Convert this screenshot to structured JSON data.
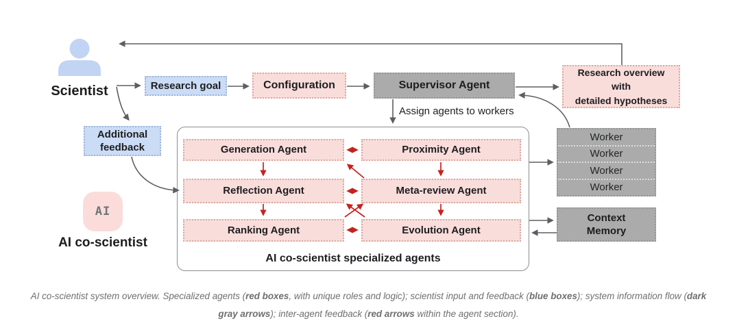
{
  "nodes": {
    "scientist": "Scientist",
    "research_goal": "Research goal",
    "configuration": "Configuration",
    "supervisor_agent": "Supervisor Agent",
    "assign_label": "Assign agents to workers",
    "research_overview": "Research overview\nwith\ndetailed hypotheses",
    "additional_feedback": "Additional\nfeedback",
    "ai_badge": "AI",
    "ai_co_scientist": "AI co-scientist",
    "agents": {
      "generation": "Generation Agent",
      "proximity": "Proximity Agent",
      "reflection": "Reflection Agent",
      "meta_review": "Meta-review Agent",
      "ranking": "Ranking Agent",
      "evolution": "Evolution Agent",
      "section_label": "AI co-scientist specialized agents"
    },
    "workers": [
      "Worker",
      "Worker",
      "Worker",
      "Worker"
    ],
    "context_memory": "Context\nMemory"
  },
  "caption": {
    "segments": [
      {
        "text": "AI co-scientist system overview. Specialized agents (",
        "bold": false
      },
      {
        "text": "red boxes",
        "bold": true
      },
      {
        "text": ", with unique roles and logic); scientist input and feedback (",
        "bold": false
      },
      {
        "text": "blue boxes",
        "bold": true
      },
      {
        "text": "); system information flow (",
        "bold": false
      },
      {
        "text": "dark gray arrows",
        "bold": true
      },
      {
        "text": "); inter-agent feedback (",
        "bold": false
      },
      {
        "text": "red arrows",
        "bold": true
      },
      {
        "text": " within the agent section).",
        "bold": false
      }
    ]
  },
  "colors": {
    "blue_box": "#cbdcf6",
    "pink_box": "#f9dddb",
    "gray_box": "#ababab",
    "red_arrow": "#c5221f",
    "gray_arrow": "#5b5e62",
    "person_icon": "#c2d4f4"
  },
  "icons": {
    "scientist": "person-icon",
    "ai": "ai-badge-icon"
  }
}
